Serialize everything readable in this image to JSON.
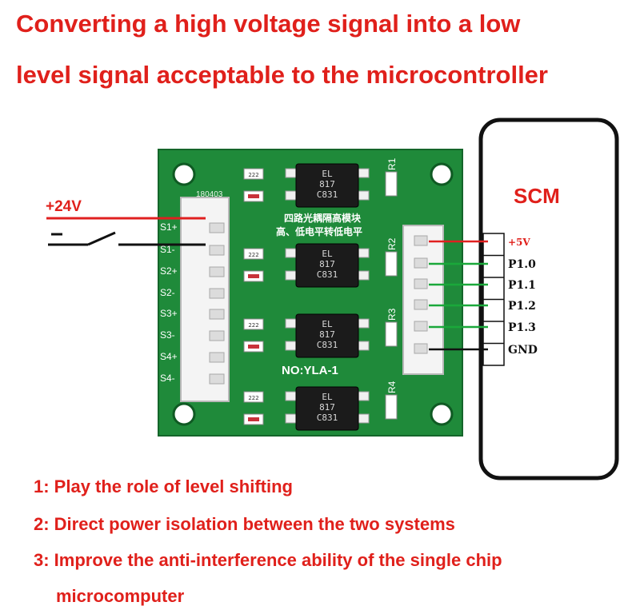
{
  "headline": {
    "line1": "Converting a high voltage signal into a low",
    "line2": "level signal acceptable to the microcontroller"
  },
  "input_side": {
    "supply_label": "+24V",
    "terminals": [
      "S1+",
      "S1-",
      "S2+",
      "S2-",
      "S3+",
      "S3-",
      "S4+",
      "S4-"
    ]
  },
  "board": {
    "chinese_line1": "四路光耦隔高模块",
    "chinese_line2": "高、低电平转低电平",
    "model": "NO:YLA-1",
    "serial": "180403",
    "resistor_labels": [
      "R1",
      "R2",
      "R3",
      "R4"
    ],
    "optocoupler_lines": [
      "EL",
      "817",
      "C831"
    ],
    "smd_code": "222"
  },
  "scm": {
    "title": "SCM",
    "pins": [
      "+5V",
      "P1.0",
      "P1.1",
      "P1.2",
      "P1.3",
      "GND"
    ]
  },
  "benefits": [
    "1: Play the role of level shifting",
    "2: Direct power isolation between the two systems",
    "3: Improve the anti-interference ability of the single chip",
    "microcomputer"
  ],
  "colors": {
    "title_red": "#e0201b",
    "pcb_green": "#1f8a3a",
    "wire_red": "#e02020",
    "wire_green": "#1aa83a",
    "wire_black": "#111111"
  }
}
